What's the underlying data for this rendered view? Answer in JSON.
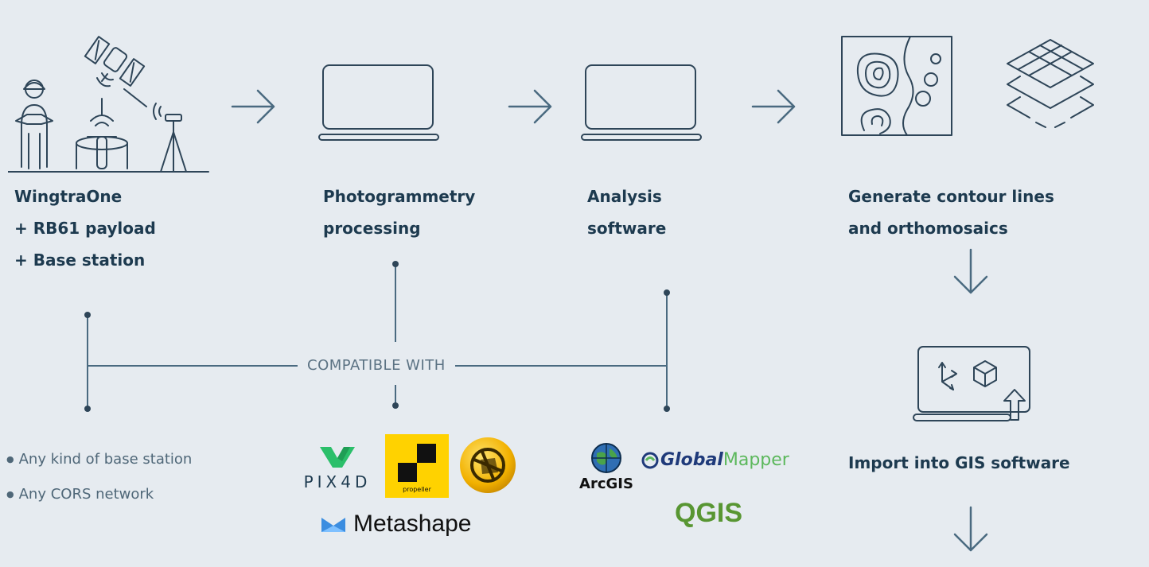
{
  "steps": {
    "hardware": {
      "lines": [
        "WingtraOne",
        "+ RB61 payload",
        "+ Base station"
      ]
    },
    "photogrammetry": {
      "lines": [
        "Photogrammetry",
        "processing"
      ]
    },
    "analysis": {
      "lines": [
        "Analysis",
        "software"
      ]
    },
    "outputs": {
      "lines": [
        "Generate contour lines",
        "and orthomosaics"
      ]
    },
    "gis": {
      "label": "Import into GIS software"
    }
  },
  "compatible_label": "COMPATIBLE WITH",
  "base_station_options": [
    "Any kind of base station",
    "Any CORS network"
  ],
  "photogrammetry_logos": {
    "pix4d": "PIX4D",
    "propeller": "propeller",
    "metashape": "Metashape"
  },
  "analysis_logos": {
    "arcgis": "ArcGIS",
    "globalmapper_a": "Global",
    "globalmapper_b": "Mapper",
    "qgis": "QGIS"
  },
  "colors": {
    "background": "#e6ebf0",
    "text_dark": "#1d3a4f",
    "line": "#4a6a80",
    "pix4d_green": "#2bbf6a",
    "propeller_yellow": "#ffd200",
    "metashape_blue": "#3b8de0",
    "globalmapper_navy": "#1f3a7a",
    "globalmapper_green": "#5cb85c",
    "qgis_green": "#589632"
  }
}
